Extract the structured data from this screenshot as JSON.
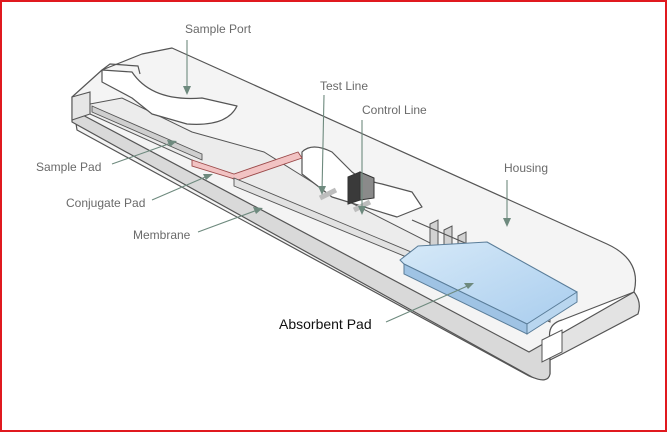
{
  "diagram": {
    "labels": {
      "sample_port": "Sample Port",
      "test_line": "Test Line",
      "control_line": "Control Line",
      "housing": "Housing",
      "sample_pad": "Sample Pad",
      "conjugate_pad": "Conjugate Pad",
      "membrane": "Membrane",
      "absorbent_pad": "Absorbent Pad"
    },
    "colors": {
      "border": "#e0191f",
      "housing_top": "#f3f3f3",
      "housing_side": "#dcdcdc",
      "conjugate_pad": "#f0b7b7",
      "absorbent_pad": "#bcd9f2",
      "leader_lines": "#6e8a7e"
    }
  }
}
